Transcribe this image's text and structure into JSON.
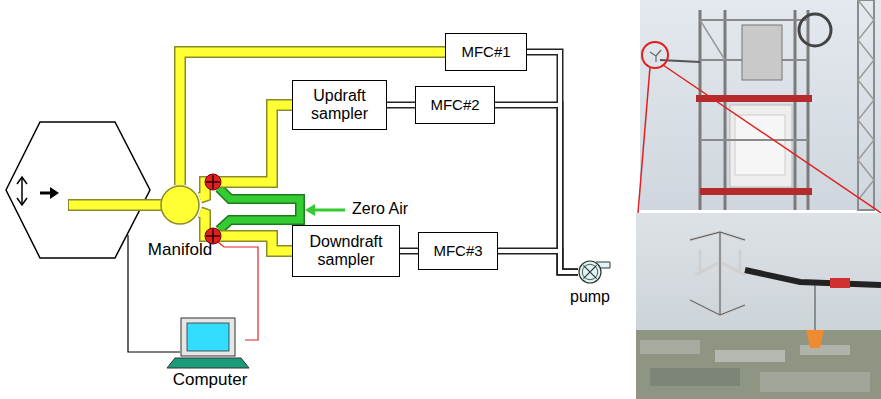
{
  "diagram": {
    "nodes": [
      {
        "text": [
          "MFC#1"
        ]
      },
      {
        "text": [
          "Updraft sampler"
        ]
      },
      {
        "text": [
          "MFC#2"
        ]
      },
      {
        "text": [
          "Manifold"
        ]
      },
      {
        "text": [
          "Downdraft sampler"
        ]
      },
      {
        "text": [
          "MFC#3"
        ]
      },
      {
        "text": [
          "pump"
        ]
      },
      {
        "text": [
          "Computer"
        ]
      }
    ],
    "edges": [
      {
        "from": 3,
        "to": 0,
        "arrow": "none"
      },
      {
        "from": 3,
        "to": 1,
        "arrow": "none"
      },
      {
        "from": 3,
        "to": 4,
        "arrow": "none"
      },
      {
        "from": 1,
        "to": 2,
        "arrow": "none"
      },
      {
        "from": 4,
        "to": 5,
        "arrow": "none"
      },
      {
        "from": 0,
        "to": 6,
        "arrow": "none"
      },
      {
        "from": 2,
        "to": 6,
        "arrow": "none"
      },
      {
        "from": 5,
        "to": 6,
        "arrow": "none"
      }
    ],
    "labels": [
      "Zero Air"
    ]
  }
}
